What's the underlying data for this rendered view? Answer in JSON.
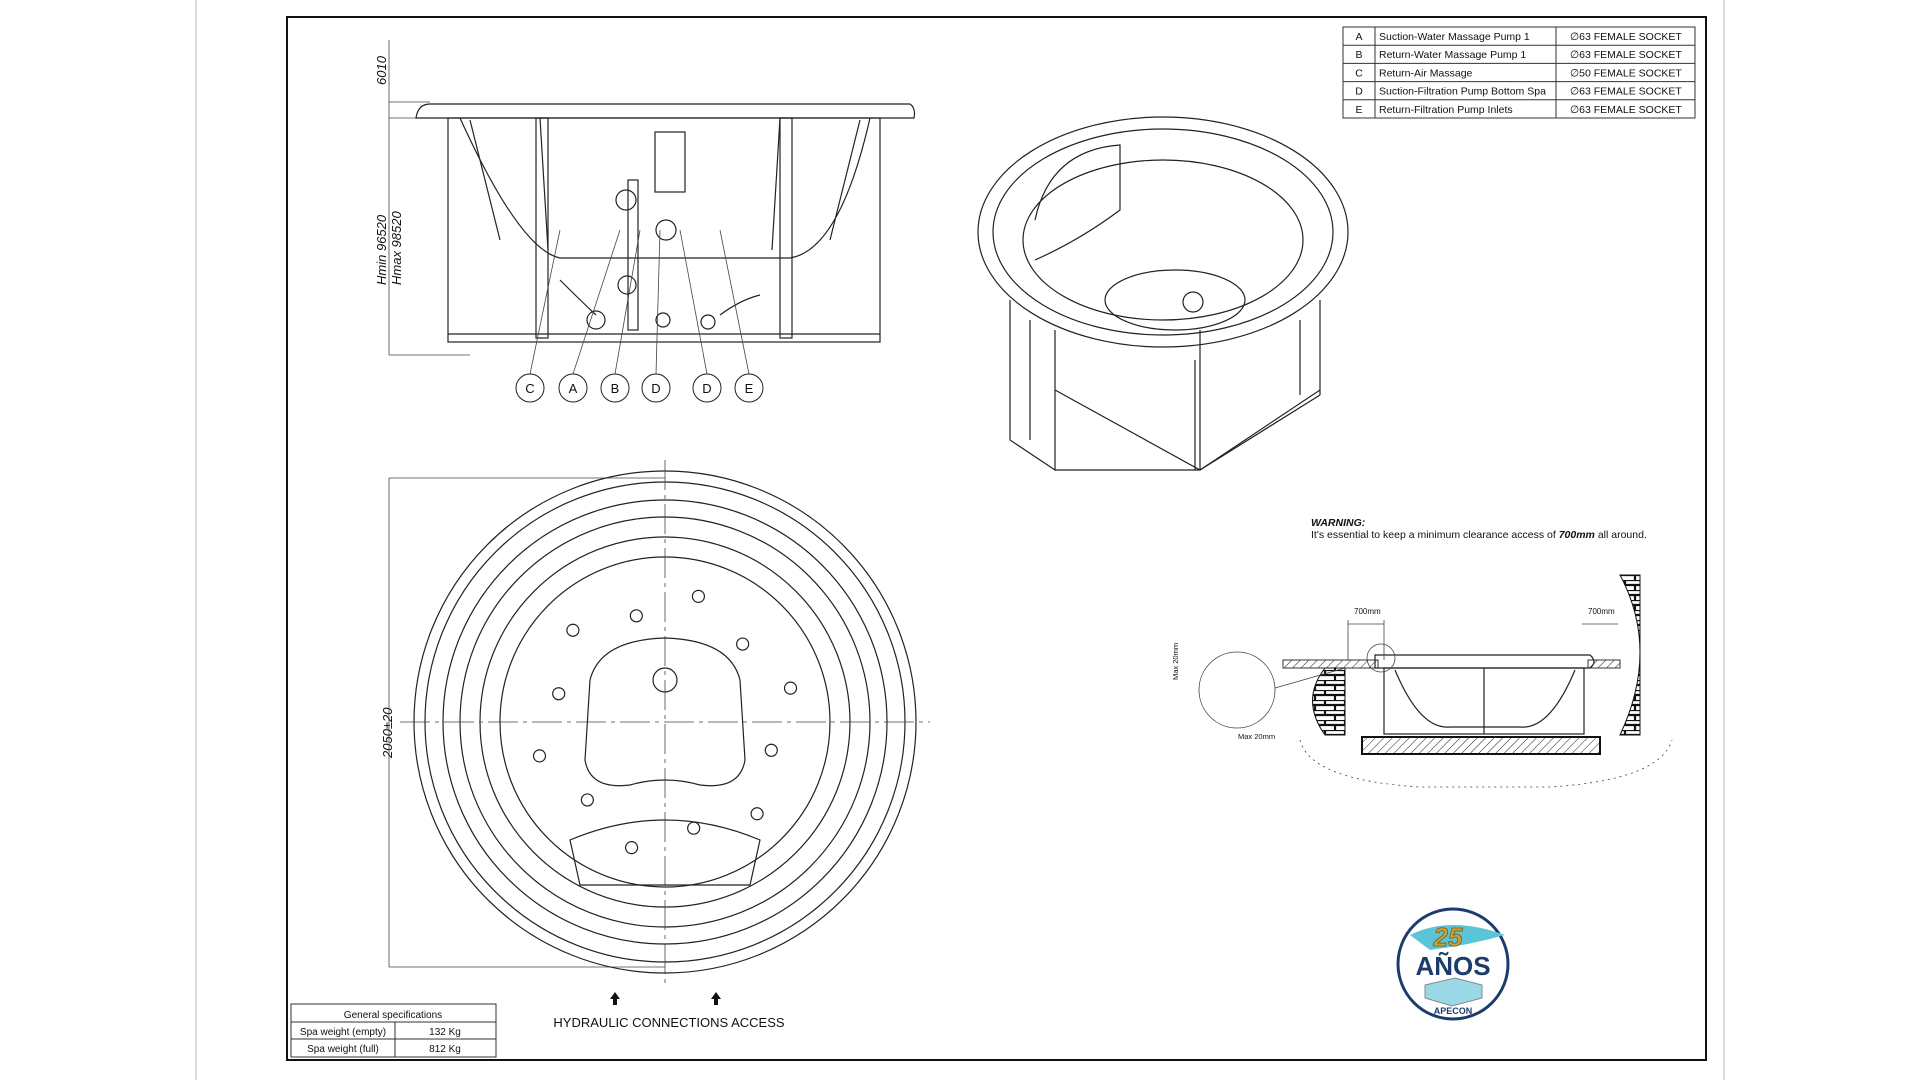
{
  "connections_table": [
    {
      "code": "A",
      "description": "Suction-Water Massage Pump 1",
      "fitting": "∅63 FEMALE SOCKET"
    },
    {
      "code": "B",
      "description": "Return-Water Massage Pump 1",
      "fitting": "∅63 FEMALE SOCKET"
    },
    {
      "code": "C",
      "description": "Return-Air Massage",
      "fitting": "∅50 FEMALE SOCKET"
    },
    {
      "code": "D",
      "description": "Suction-Filtration Pump Bottom Spa",
      "fitting": "∅63 FEMALE SOCKET"
    },
    {
      "code": "E",
      "description": "Return-Filtration Pump Inlets",
      "fitting": "∅63 FEMALE SOCKET"
    }
  ],
  "side_view": {
    "dim_top": "6010",
    "dim_hmin": "Hmin 96520",
    "dim_hmax": "Hmax 98520",
    "callouts": [
      "C",
      "A",
      "B",
      "D",
      "D",
      "E"
    ]
  },
  "top_view": {
    "diameter": "2050±20"
  },
  "warning": {
    "title": "WARNING:",
    "text_before": "It's essential to keep a minimum clearance access of ",
    "text_bold": "700mm",
    "text_after": " all around."
  },
  "install_diagram": {
    "clearance_left": "700mm",
    "clearance_right": "700mm",
    "max_vertical": "Max 20mm",
    "max_horizontal": "Max 20mm"
  },
  "specs": {
    "title": "General specifications",
    "rows": [
      {
        "label": "Spa weight (empty)",
        "value": "132 Kg"
      },
      {
        "label": "Spa weight (full)",
        "value": "812 Kg"
      }
    ]
  },
  "hydraulic_label": "HYDRAULIC CONNECTIONS ACCESS",
  "logo": {
    "line1": "25",
    "line2": "AÑOS",
    "line3": "APECON"
  }
}
